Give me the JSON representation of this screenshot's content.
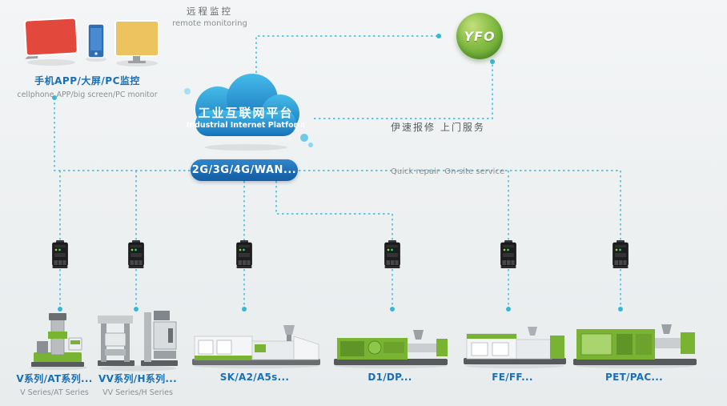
{
  "client_devices": {
    "label_zh": "手机APP/大屏/PC监控",
    "label_en": "cellphone APP/big screen/PC monitor",
    "icons": [
      "big-screen-icon",
      "cellphone-icon",
      "pc-monitor-icon"
    ]
  },
  "remote_monitoring": {
    "label_zh": "远程监控",
    "label_en": "remote monitoring"
  },
  "logo": {
    "text": "YFO"
  },
  "platform_cloud": {
    "title_zh": "工业互联网平台",
    "title_en": "Industrial Internet Platform"
  },
  "service": {
    "label_zh": "伊速报修 上门服务",
    "label_en": "Quick repair  On-site service"
  },
  "network": {
    "label": "2G/3G/4G/WAN..."
  },
  "machine_groups": [
    {
      "label_zh": "V系列/AT系列...",
      "label_en": "V Series/AT Series"
    },
    {
      "label_zh": "VV系列/H系列...",
      "label_en": "VV Series/H Series"
    },
    {
      "label_zh": "SK/A2/A5s...",
      "label_en": ""
    },
    {
      "label_zh": "D1/DP...",
      "label_en": ""
    },
    {
      "label_zh": "FE/FF...",
      "label_en": ""
    },
    {
      "label_zh": "PET/PAC...",
      "label_en": ""
    }
  ],
  "colors": {
    "connection_line": "#35b7dc",
    "cloud_top": "#45bbe9",
    "cloud_bottom": "#1571bb",
    "banner_blue": "#1d6cb4",
    "label_blue": "#1a6fb5",
    "label_gray": "#8a8f93",
    "logo_green": "#76b33a",
    "machine_green": "#79b332"
  }
}
